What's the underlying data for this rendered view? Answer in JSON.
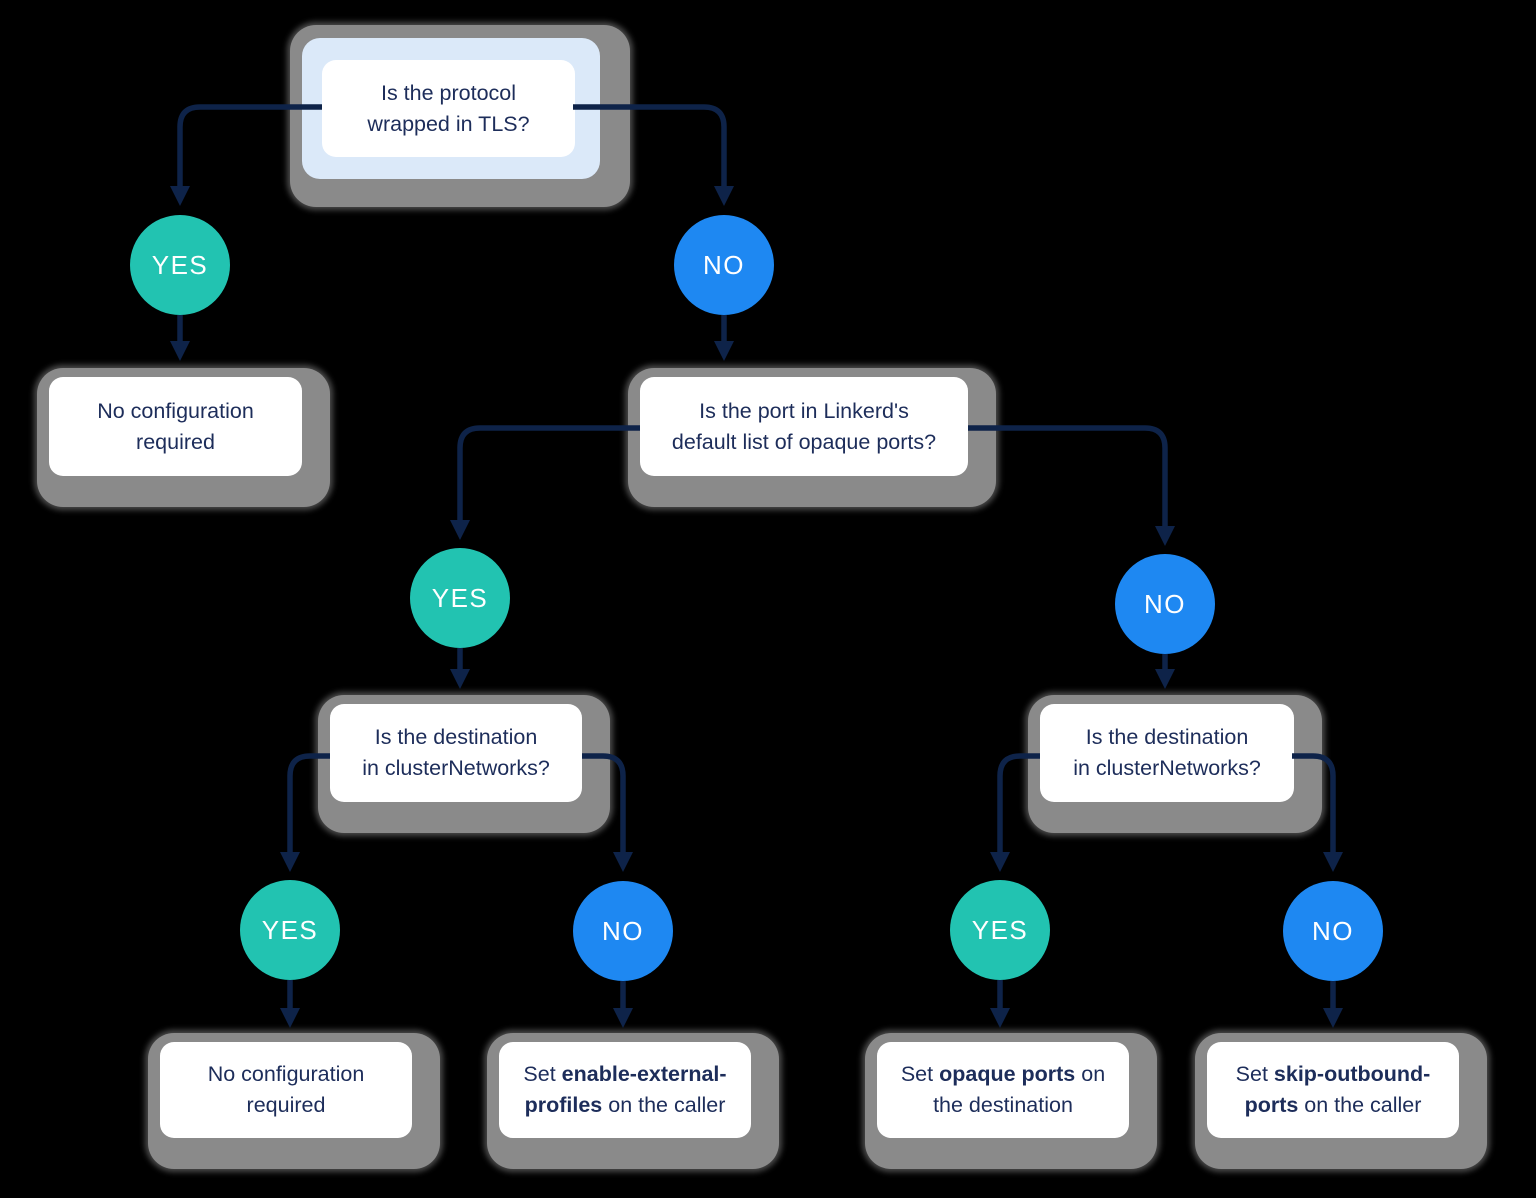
{
  "labels": {
    "yes": "YES",
    "no": "NO"
  },
  "nodes": {
    "protocol_tls": {
      "text": "Is the protocol\nwrapped in TLS?"
    },
    "no_config_left": {
      "text": "No configuration\nrequired"
    },
    "opaque_ports_question": {
      "text": "Is the port in Linkerd's\ndefault list of opaque ports?"
    },
    "cluster_networks_left": {
      "text": "Is the destination\nin clusterNetworks?"
    },
    "cluster_networks_right": {
      "text": "Is the destination\nin clusterNetworks?"
    },
    "no_config_bottom": {
      "text": "No configuration\nrequired"
    },
    "enable_external_profiles": {
      "prefix": "Set ",
      "bold": "enable-external-\nprofiles",
      "suffix": " on the caller"
    },
    "set_opaque_ports": {
      "prefix": "Set ",
      "bold": "opaque ports",
      "suffix": " on\nthe destination"
    },
    "skip_outbound_ports": {
      "prefix": "Set ",
      "bold": "skip-outbound-\nports",
      "suffix": " on the caller"
    }
  },
  "colors": {
    "teal": "#22C3B1",
    "blue": "#1E88F2",
    "line": "#0E2349",
    "text": "#1D2D5A",
    "highlight": "#DBE9F9",
    "shadow": "#8A8A8A",
    "shadowGlow": "rgba(138,138,138,0.55)",
    "card": "#FFFFFF",
    "background": "#000000"
  }
}
